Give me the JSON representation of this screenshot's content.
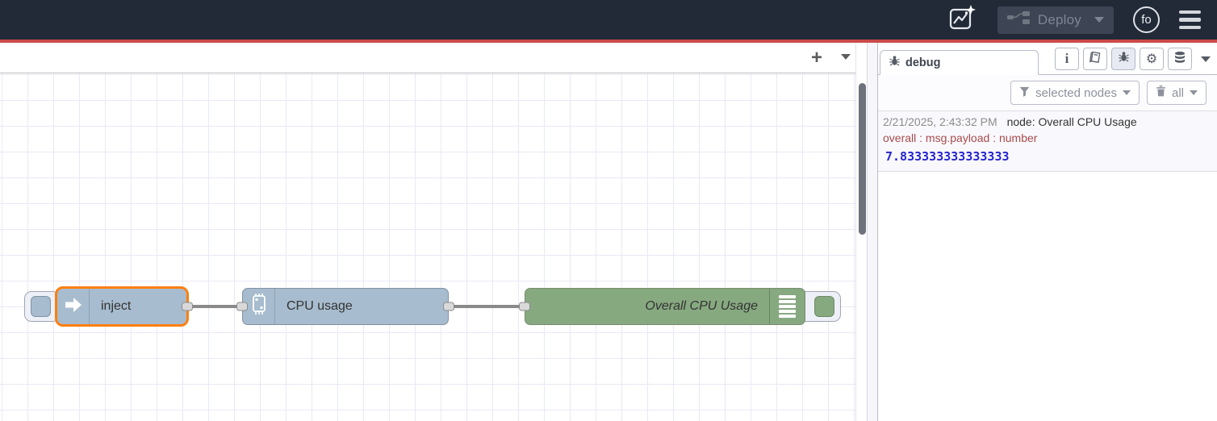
{
  "header": {
    "deploy_label": "Deploy",
    "avatar_label": "fo"
  },
  "workspace": {
    "add_flow_label": "+"
  },
  "flow": {
    "nodes": [
      {
        "type": "inject",
        "label": "inject"
      },
      {
        "type": "cpu",
        "label": "CPU usage"
      },
      {
        "type": "debug",
        "label": "Overall CPU Usage"
      }
    ]
  },
  "sidebar": {
    "tab_label": "debug",
    "filter_button_label": "selected nodes",
    "clear_button_label": "all",
    "message": {
      "timestamp": "2/21/2025, 2:43:32 PM",
      "node": "node: Overall CPU Usage",
      "property": "overall : msg.payload : number",
      "value": "7.833333333333333"
    }
  },
  "icons": {
    "gear_glyph": "⚙",
    "info_glyph": "i",
    "names": [
      "ai-flow-icon",
      "deploy-nodes-icon",
      "avatar",
      "hamburger-menu-icon",
      "bug-icon",
      "book-icon",
      "gear-icon",
      "database-icon",
      "funnel-icon",
      "trash-icon",
      "inject-arrow-icon",
      "cpu-chip-icon",
      "debug-bars-icon"
    ]
  },
  "colors": {
    "header_bg": "#222a38",
    "deploy_indicator_red": "#c94a49",
    "node_blue": "#a7bcce",
    "node_green": "#87a980",
    "selection_orange": "#ff7f0e",
    "grid_line": "#e9e9f6",
    "debug_value_blue": "#2424d0",
    "debug_property_red": "#a94a4a"
  }
}
